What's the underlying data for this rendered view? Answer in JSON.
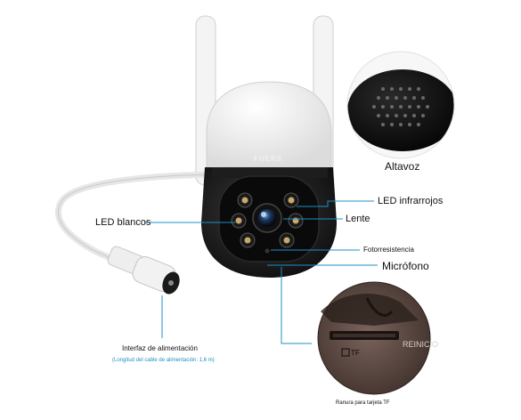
{
  "brand": "FUERS",
  "labels": {
    "speaker": "Altavoz",
    "ir_led": "LED infrarrojos",
    "white_led": "LED blancos",
    "lens": "Lente",
    "photoresistor": "Fotorresistencia",
    "microphone": "Micrófono",
    "power": "Interfaz de alimentación",
    "power_note": "(Longitud del cable de alimentación: 1,6 m)",
    "reset": "REINICIO",
    "tf": "TF",
    "tf_slot": "Ranura para tarjeta TF"
  },
  "colors": {
    "callout": "#1e90c8",
    "body_dark": "#151515",
    "body_white": "#f7f7f7",
    "inset_brown": "#5e4a44"
  }
}
